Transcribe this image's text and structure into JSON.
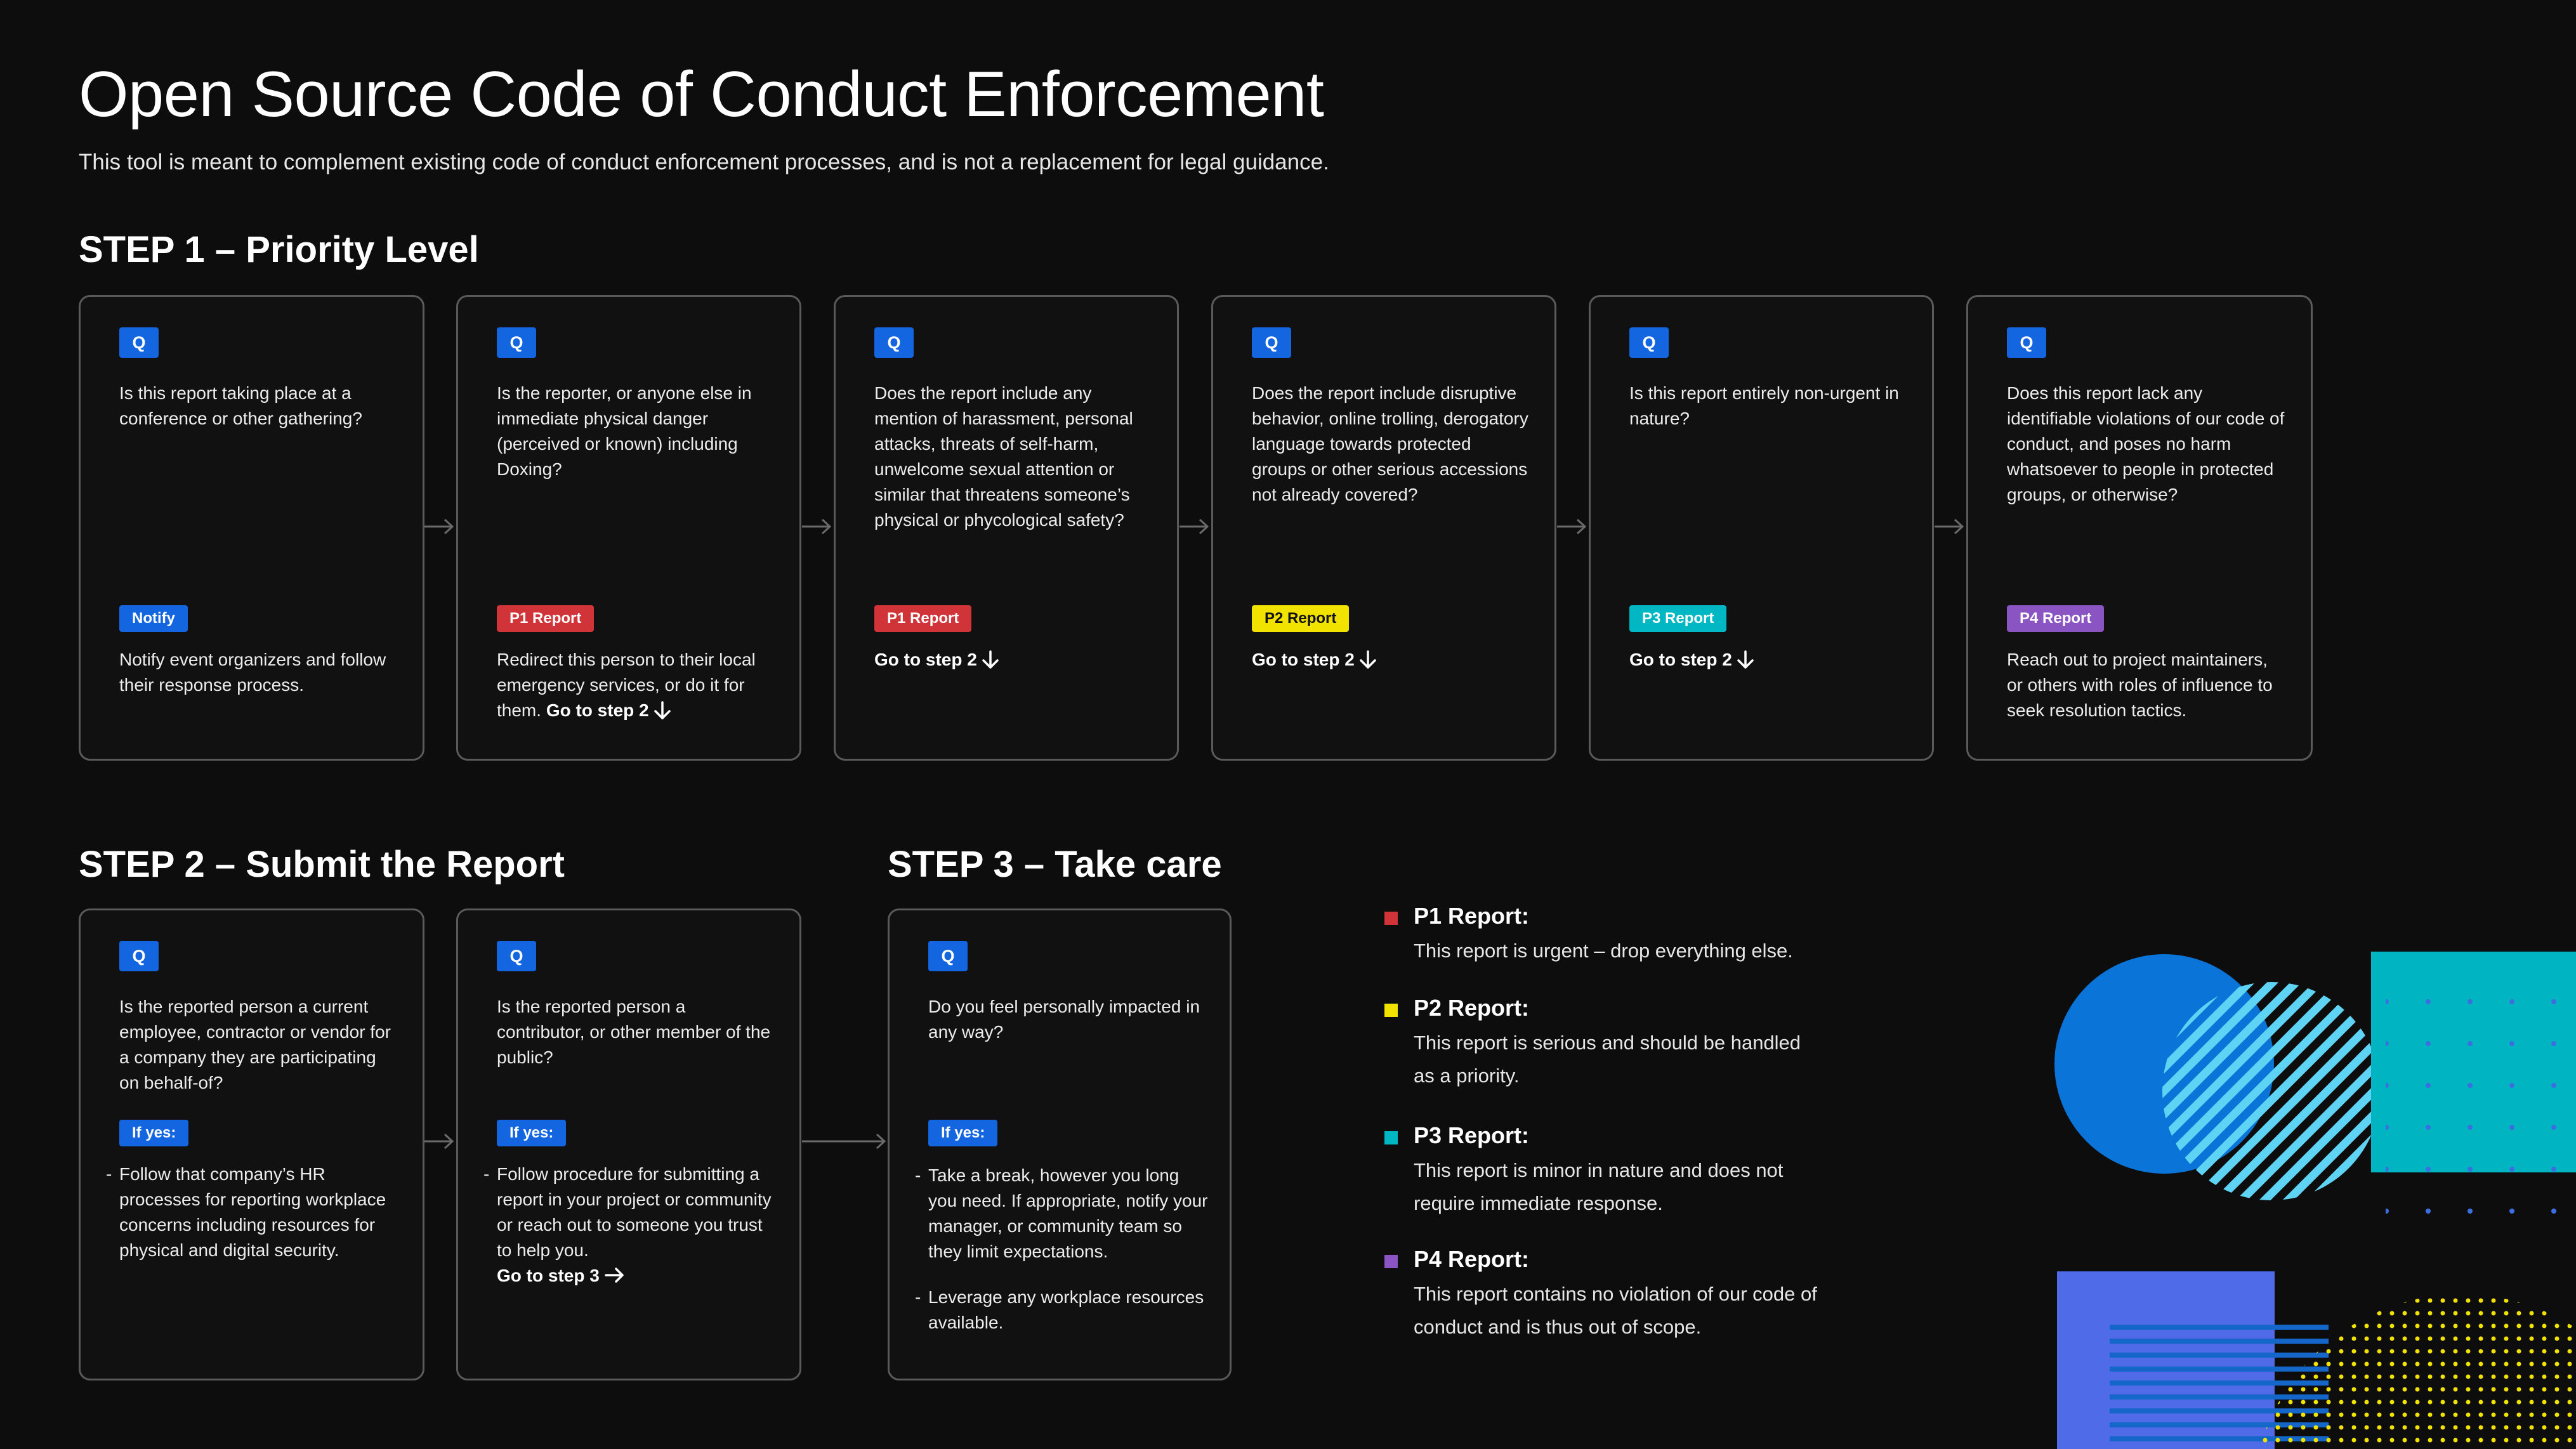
{
  "header": {
    "title": "Open Source Code of Conduct Enforcement",
    "subtitle": "This tool is meant to complement existing code of conduct enforcement processes, and is not a replacement for legal guidance."
  },
  "colors": {
    "q_badge": "#1466e0",
    "notify": "#1466e0",
    "p1": "#d13438",
    "p2": "#f2e200",
    "p3": "#00b7c3",
    "p4": "#8a55c2"
  },
  "step1": {
    "heading": "STEP 1 – Priority Level",
    "cards": [
      {
        "badge": "Q",
        "question": "Is this report taking place at a conference or other gathering?",
        "tag": "Notify",
        "result": "Notify event organizers and follow their response process.",
        "goto": ""
      },
      {
        "badge": "Q",
        "question": "Is the reporter, or anyone else in immediate physical danger (perceived or known) including Doxing?",
        "tag": "P1 Report",
        "result": "Redirect this person to their local emergency services, or do it for them.",
        "goto": "Go to step 2"
      },
      {
        "badge": "Q",
        "question": "Does the report include any mention of harassment, personal attacks, threats of self-harm, unwelcome sexual attention or similar that threatens someone’s physical or phycological safety?",
        "tag": "P1 Report",
        "result": "",
        "goto": "Go to step 2"
      },
      {
        "badge": "Q",
        "question": "Does the report include disruptive behavior, online trolling, derogatory language towards protected groups or other serious accessions not already covered?",
        "tag": "P2 Report",
        "result": "",
        "goto": "Go to step 2"
      },
      {
        "badge": "Q",
        "question": "Is this report entirely non-urgent in nature?",
        "tag": "P3 Report",
        "result": "",
        "goto": "Go to step 2"
      },
      {
        "badge": "Q",
        "question": "Does this report lack any identifiable violations of our code of conduct, and poses no harm whatsoever to people in protected groups, or otherwise?",
        "tag": "P4 Report",
        "result": "Reach out to project maintainers, or others with roles of influence to seek resolution tactics.",
        "goto": ""
      }
    ]
  },
  "step2": {
    "heading": "STEP 2 – Submit the Report",
    "cards": [
      {
        "badge": "Q",
        "question": "Is the reported person a current employee, contractor or vendor for a company they are participating on behalf-of?",
        "tag": "If yes:",
        "bullets": [
          "Follow that company’s HR processes for reporting workplace concerns including resources for physical and digital security."
        ],
        "goto": ""
      },
      {
        "badge": "Q",
        "question": "Is the reported person a contributor, or other member of the public?",
        "tag": "If yes:",
        "bullets": [
          "Follow procedure for submitting a report in your project or community or reach out to someone you trust to help you."
        ],
        "goto": "Go to step 3"
      }
    ]
  },
  "step3": {
    "heading": "STEP 3 – Take care",
    "card": {
      "badge": "Q",
      "question": "Do you feel personally impacted in any way?",
      "tag": "If yes:",
      "bullets": [
        "Take a break, however you long you need.  If appropriate, notify your manager, or community team so they limit expectations.",
        "Leverage any workplace resources available."
      ]
    }
  },
  "legend": [
    {
      "title": "P1 Report:",
      "desc": "This report is urgent – drop everything else."
    },
    {
      "title": "P2 Report:",
      "desc": "This report is serious and should be handled as a priority."
    },
    {
      "title": "P3 Report:",
      "desc": "This report is minor in nature and does not require immediate response."
    },
    {
      "title": "P4 Report:",
      "desc": "This report contains no violation of our code of conduct and is thus out of scope."
    }
  ],
  "symbols": {
    "down_arrow": "arrow-down-icon",
    "right_arrow": "arrow-right-icon",
    "flow_arrow": "flow-arrow-icon"
  }
}
